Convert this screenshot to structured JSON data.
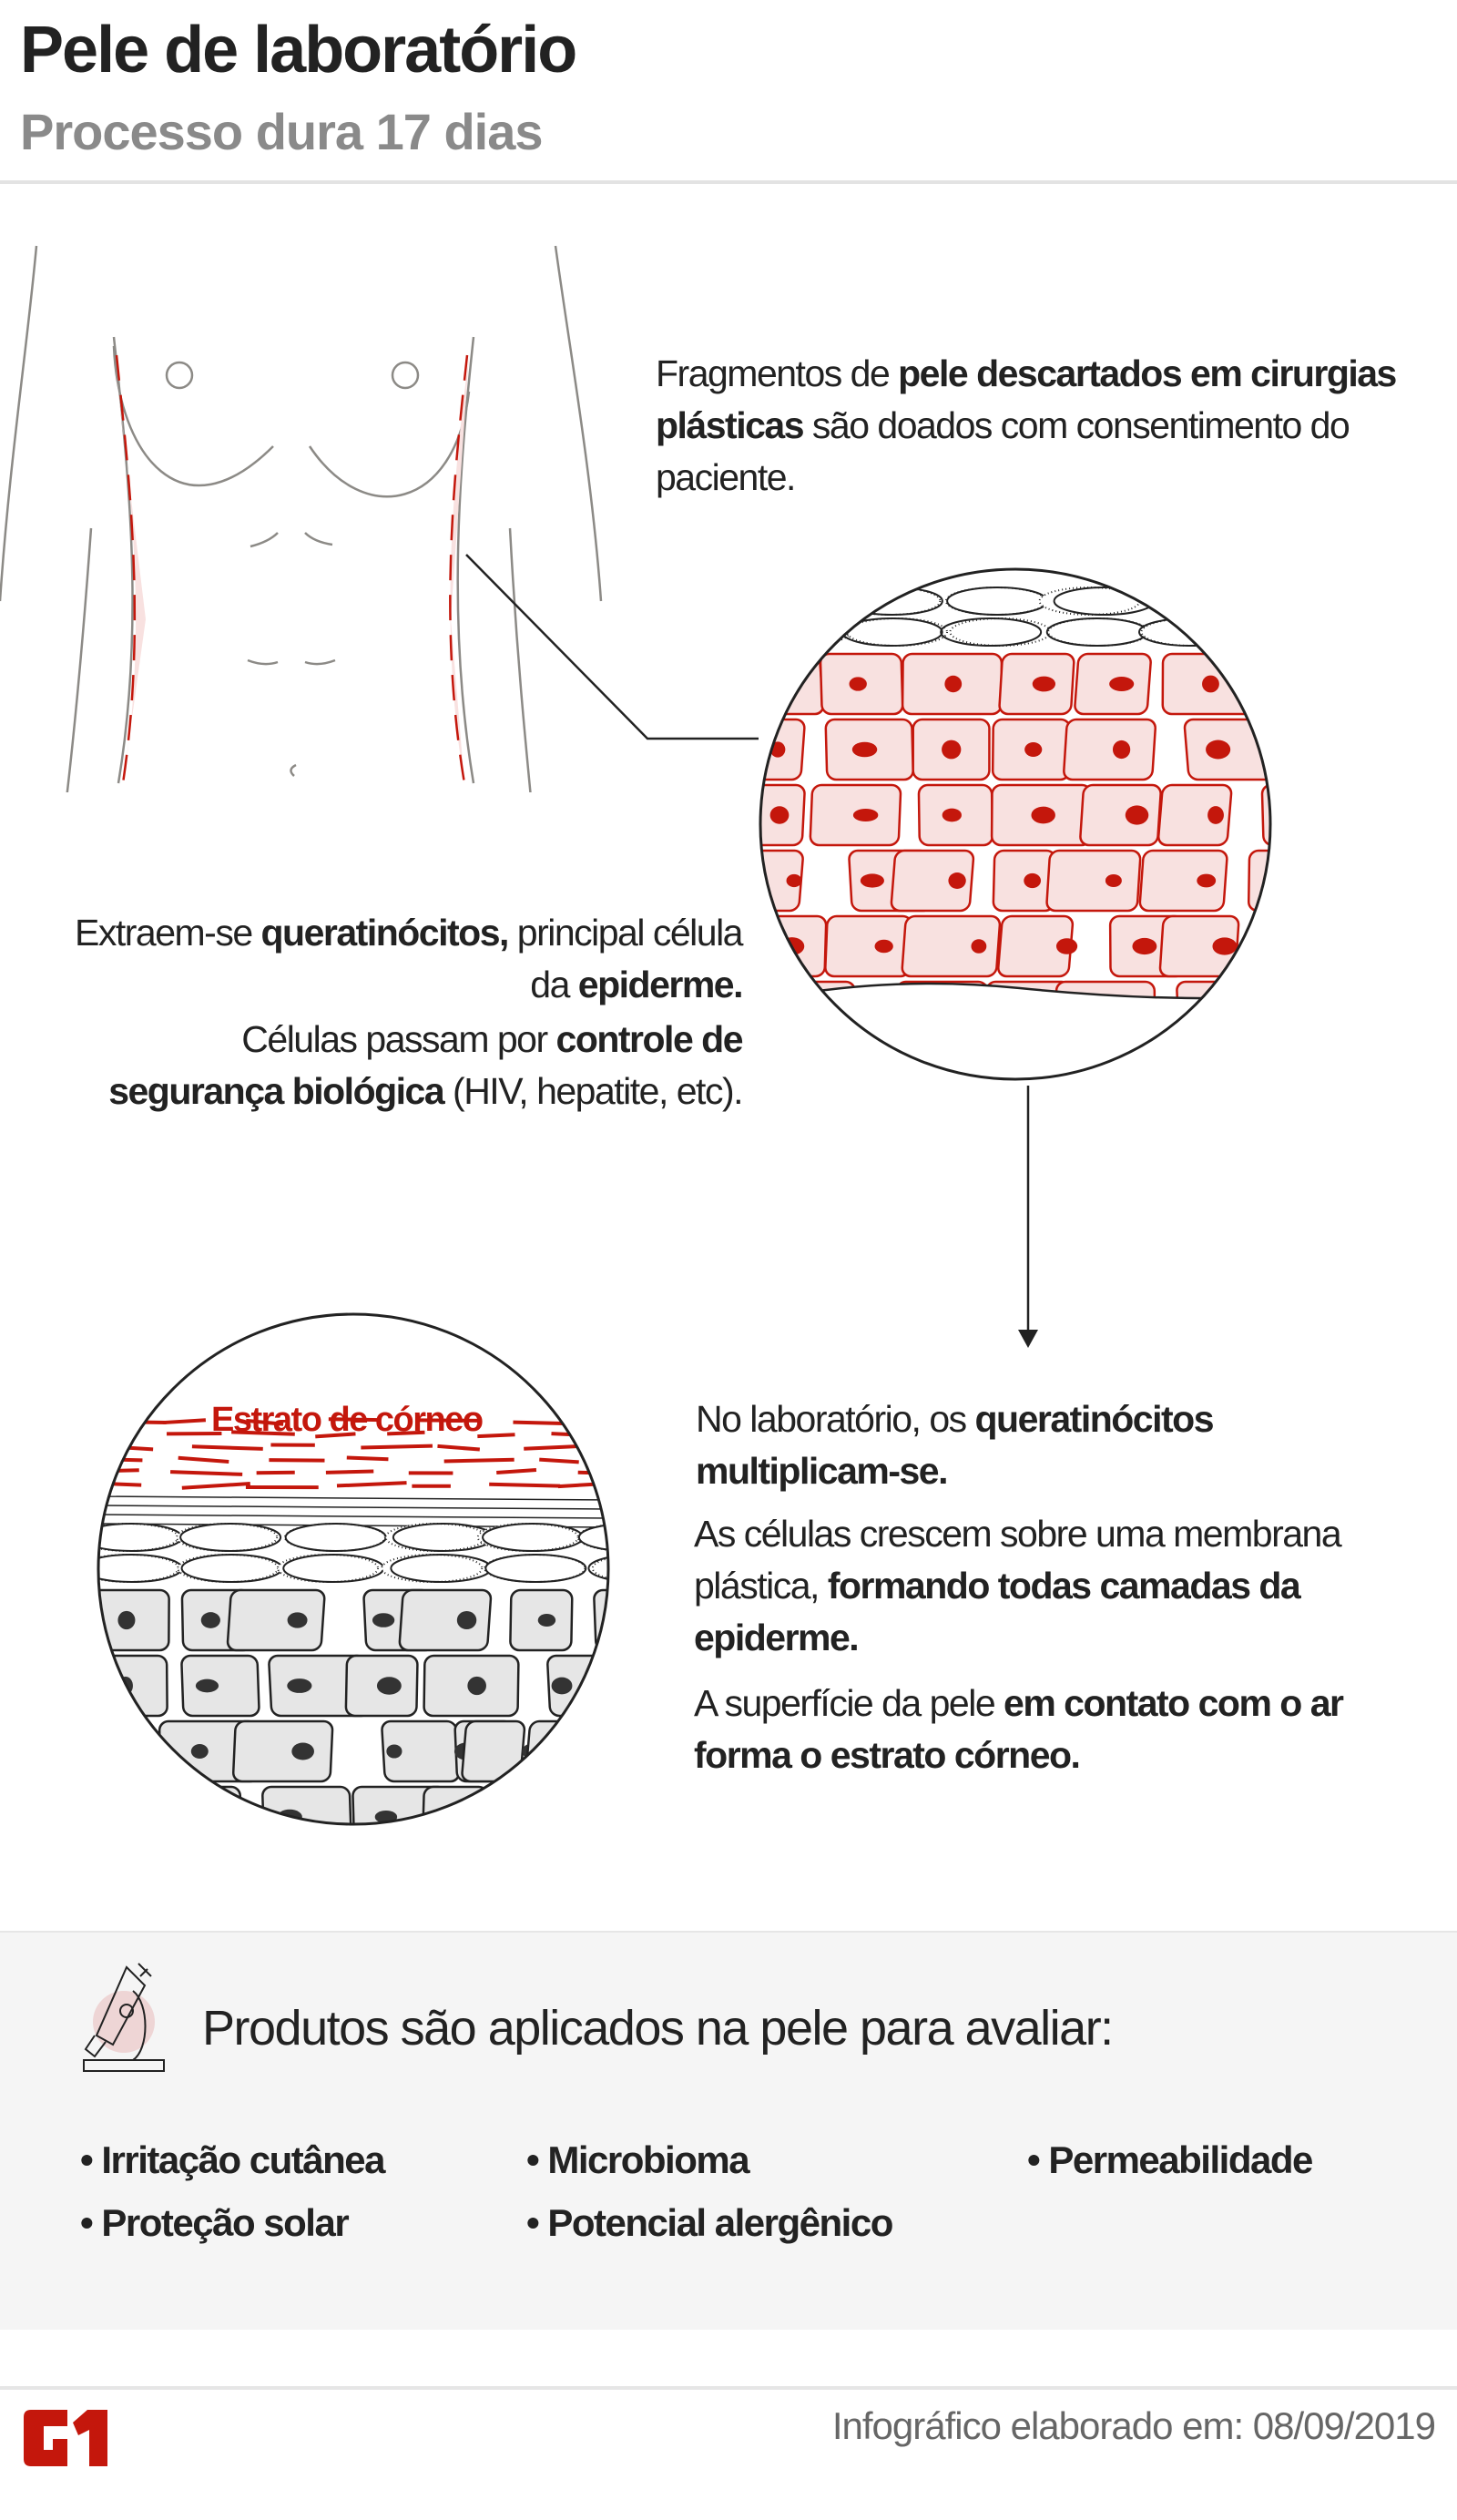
{
  "header": {
    "title": "Pele de laboratório",
    "subtitle": "Processo dura 17 dias"
  },
  "step1": {
    "t1": "Fragmentos de ",
    "b1": "pele descartados em cirurgias plásticas",
    "t2": " são doados com consentimento do paciente."
  },
  "step2": {
    "t1": "Extraem-se ",
    "b1": "queratinócitos,",
    "t2": " principal célula da ",
    "b2": "epiderme."
  },
  "step3": {
    "t1": "Células passam por ",
    "b1": "controle de segurança biológica",
    "t2": " (HIV, hepatite, etc)."
  },
  "step4": {
    "t1": "No laboratório, os ",
    "b1": "queratinócitos multiplicam-se."
  },
  "step5": {
    "t1": "As células crescem sobre uma membrana plástica, ",
    "b1": "formando todas camadas da epiderme."
  },
  "step6": {
    "t1": "A superfície da pele ",
    "b1": "em contato com o ar forma o estrato córneo."
  },
  "illustration2": {
    "label": "Estrato de córneo"
  },
  "panel": {
    "icon": "microscope-icon",
    "heading": "Produtos são aplicados na pele para avaliar:",
    "items": [
      "Irritação cutânea",
      "Proteção solar",
      "Microbioma",
      "Potencial alergênico",
      "Permeabilidade"
    ]
  },
  "footer": {
    "logo": "G1",
    "credit": "Infográfico elaborado em: 08/09/2019"
  },
  "colors": {
    "accent": "#c4170c",
    "cell_fill": "#f8e1e0",
    "gray_cell": "#e6e6e6",
    "panel_bg": "#f5f5f5"
  }
}
